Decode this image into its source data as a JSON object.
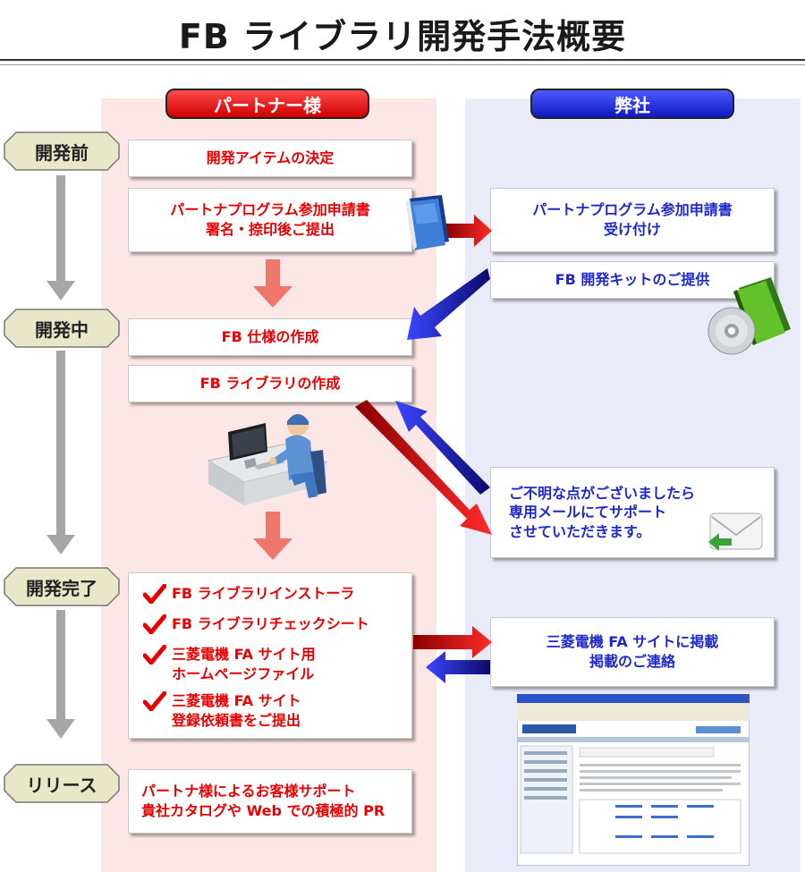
{
  "title": "FB ライブラリ開発手法概要",
  "columns": {
    "partner": "パートナー様",
    "us": "弊社"
  },
  "stages": [
    "開発前",
    "開発中",
    "開発完了",
    "リリース"
  ],
  "partner_boxes": {
    "decide": "開発アイテムの決定",
    "apply_line1": "パートナプログラム参加申請書",
    "apply_line2": "署名・捺印後ご提出",
    "spec": "FB 仕様の作成",
    "library": "FB ライブラリの作成",
    "checklist": [
      "FB ライブラリインストーラ",
      "FB ライブラリチェックシート",
      "三菱電機 FA サイト用\nホームページファイル",
      "三菱電機 FA サイト\n登録依頼書をご提出"
    ],
    "release_line1": "パートナ様によるお客様サポート",
    "release_line2": "貴社カタログや Web での積極的 PR"
  },
  "us_boxes": {
    "receive_line1": "パートナプログラム参加申請書",
    "receive_line2": "受け付け",
    "kit": "FB 開発キットのご提供",
    "support_line1": "ご不明な点がございましたら",
    "support_line2": "専用メールにてサポート",
    "support_line3": "させていただきます。",
    "publish_line1": "三菱電機 FA サイトに掲載",
    "publish_line2": "掲載のご連絡"
  },
  "colors": {
    "partner_bg": "#fde6e6",
    "us_bg": "#e9ecf8",
    "red_text": "#e60000",
    "blue_text": "#1e28c8",
    "stage_fill": "#e8e8c8",
    "timeline": "#a6a6a6",
    "down_arrow": "#f0756a"
  },
  "icons": [
    "book-icon",
    "cd-package-icon",
    "worker-at-computer-icon",
    "mail-icon",
    "check-icon",
    "website-screenshot-icon"
  ]
}
